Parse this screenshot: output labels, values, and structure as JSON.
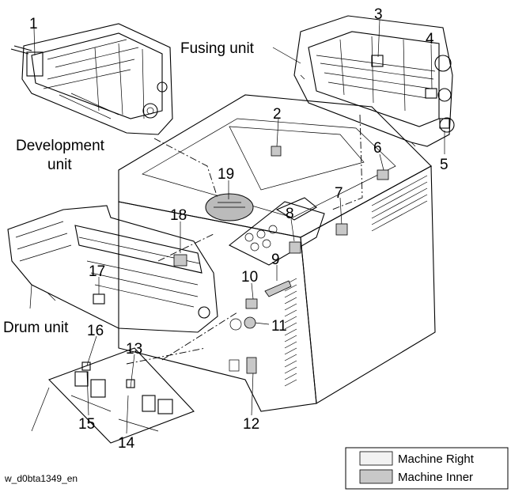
{
  "diagram": {
    "labels": {
      "fusing_unit": "Fusing unit",
      "development_unit_line1": "Development",
      "development_unit_line2": "unit",
      "drum_unit": "Drum unit"
    },
    "callouts": [
      "1",
      "2",
      "3",
      "4",
      "5",
      "6",
      "7",
      "8",
      "9",
      "10",
      "11",
      "12",
      "13",
      "14",
      "15",
      "16",
      "17",
      "18",
      "19"
    ],
    "legend": {
      "items": [
        {
          "label": "Machine Right",
          "color": "#f2f2f2"
        },
        {
          "label": "Machine Inner",
          "color": "#c8c8c8"
        }
      ]
    },
    "image_code": "w_d0bta1349_en"
  }
}
